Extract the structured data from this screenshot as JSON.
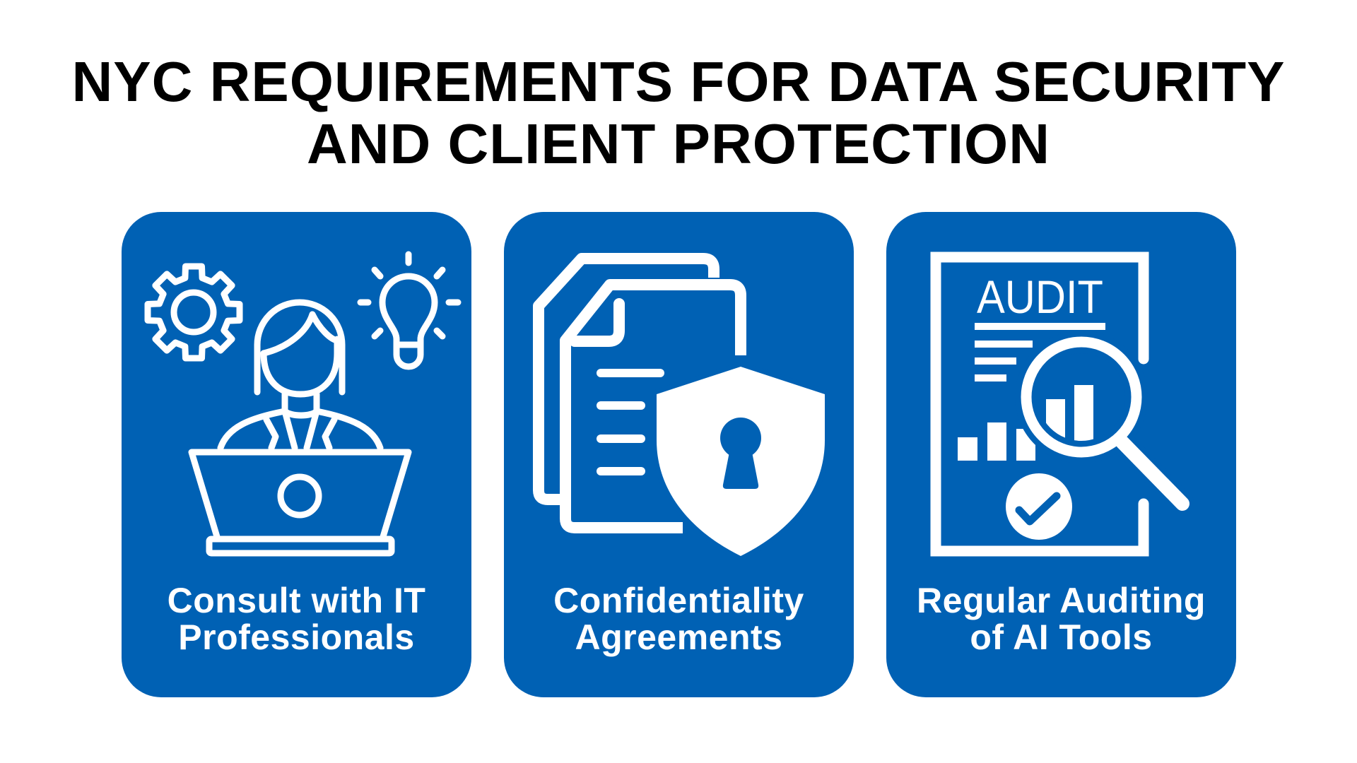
{
  "title": {
    "line1": "NYC REQUIREMENTS FOR DATA SECURITY",
    "line2": "AND CLIENT PROTECTION"
  },
  "colors": {
    "card_background": "#0061B4",
    "title_text": "#000000",
    "card_text": "#FFFFFF",
    "page_background": "#FFFFFF"
  },
  "cards": [
    {
      "icon": "it-professional-laptop-gear-lightbulb-icon",
      "label_line1": "Consult with IT",
      "label_line2": "Professionals"
    },
    {
      "icon": "documents-shield-keyhole-icon",
      "label_line1": "Confidentiality",
      "label_line2": "Agreements"
    },
    {
      "icon": "audit-report-magnifier-icon",
      "icon_text": "AUDIT",
      "label_line1": "Regular Auditing",
      "label_line2": "of AI Tools"
    }
  ]
}
